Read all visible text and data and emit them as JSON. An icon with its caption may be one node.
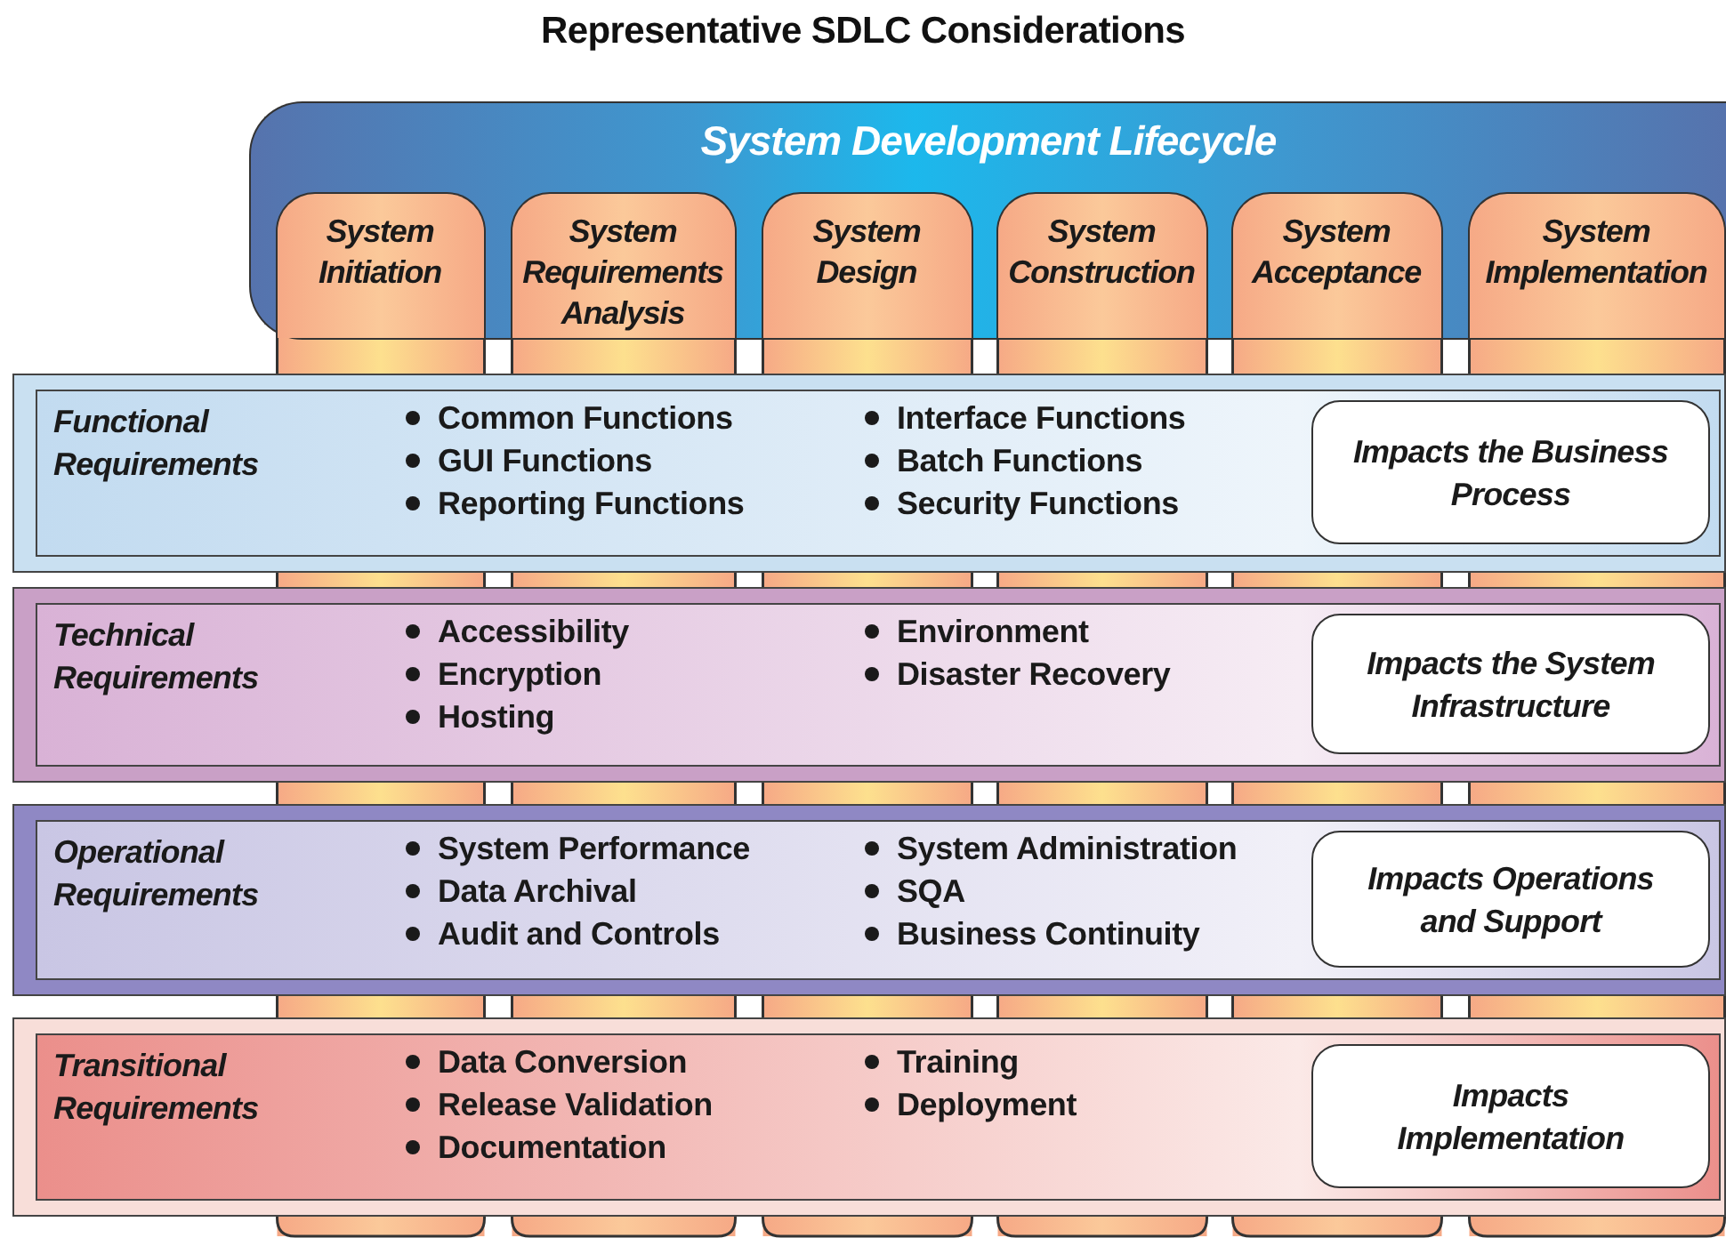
{
  "diagram": {
    "title": "Representative SDLC Considerations",
    "nodes": [
      {
        "text": [
          "System Development Lifecycle"
        ]
      },
      {
        "text": [
          "System Initiation"
        ],
        "in": 0
      },
      {
        "text": [
          "System Requirements Analysis"
        ],
        "in": 0
      },
      {
        "text": [
          "System Design"
        ],
        "in": 0
      },
      {
        "text": [
          "System Construction"
        ],
        "in": 0
      },
      {
        "text": [
          "System Acceptance"
        ],
        "in": 0
      },
      {
        "text": [
          "System Implementation"
        ],
        "in": 0
      },
      {
        "text": [
          "Functional Requirements",
          "Common Functions",
          "GUI Functions",
          "Reporting Functions",
          "Interface Functions",
          "Batch Functions",
          "Security Functions"
        ]
      },
      {
        "text": [
          "Impacts the Business Process"
        ],
        "in": 7
      },
      {
        "text": [
          "Technical Requirements",
          "Accessibility",
          "Encryption",
          "Hosting",
          "Environment",
          "Disaster Recovery"
        ]
      },
      {
        "text": [
          "Impacts the System Infrastructure"
        ],
        "in": 9
      },
      {
        "text": [
          "Operational Requirements",
          "System Performance",
          "Data Archival",
          "Audit and Controls",
          "System Administration",
          "SQA",
          "Business Continuity"
        ]
      },
      {
        "text": [
          "Impacts Operations and Support"
        ],
        "in": 11
      },
      {
        "text": [
          "Transitional Requirements",
          "Data Conversion",
          "Release Validation",
          "Documentation",
          "Training",
          "Deployment"
        ]
      },
      {
        "text": [
          "Impacts Implementation"
        ],
        "in": 13
      }
    ]
  }
}
